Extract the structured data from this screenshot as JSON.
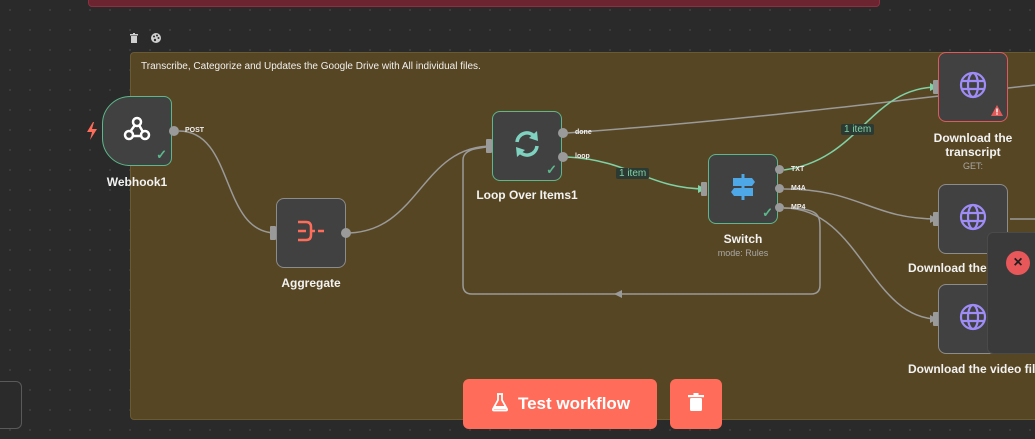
{
  "canvas": {
    "sticky_note_text": "Transcribe, Categorize and Updates the Google Drive with All individual files."
  },
  "nodes": [
    {
      "id": "webhook",
      "label": "Webhook1",
      "icon": "webhook-icon",
      "status": "success",
      "outputs": [
        "POST"
      ]
    },
    {
      "id": "aggregate",
      "label": "Aggregate",
      "icon": "aggregate-icon",
      "status": "none"
    },
    {
      "id": "loop",
      "label": "Loop Over Items1",
      "icon": "loop-icon",
      "status": "success",
      "outputs": [
        "done",
        "loop"
      ]
    },
    {
      "id": "switch",
      "label": "Switch",
      "subtitle": "mode: Rules",
      "icon": "signpost-icon",
      "status": "success",
      "outputs": [
        "TXT",
        "M4A",
        "MP4"
      ]
    },
    {
      "id": "download_transcript",
      "label": "Download the transcript",
      "subtitle": "GET:",
      "icon": "globe-icon",
      "status": "error"
    },
    {
      "id": "download_audio",
      "label": "Download the",
      "icon": "globe-icon",
      "status": "none"
    },
    {
      "id": "download_video",
      "label": "Download the video file",
      "icon": "globe-icon",
      "status": "none"
    }
  ],
  "connections": {
    "loop_to_switch_badge": "1 item",
    "switch_txt_badge": "1 item"
  },
  "toolbar": {
    "test_workflow_label": "Test workflow"
  },
  "colors": {
    "accent": "#ff6d5a",
    "success": "#5cb88c",
    "error": "#e15a5a",
    "sticky": "#574623",
    "globe": "#9f8cf7",
    "loop": "#7fd1c0",
    "switch": "#4ea7e6"
  }
}
